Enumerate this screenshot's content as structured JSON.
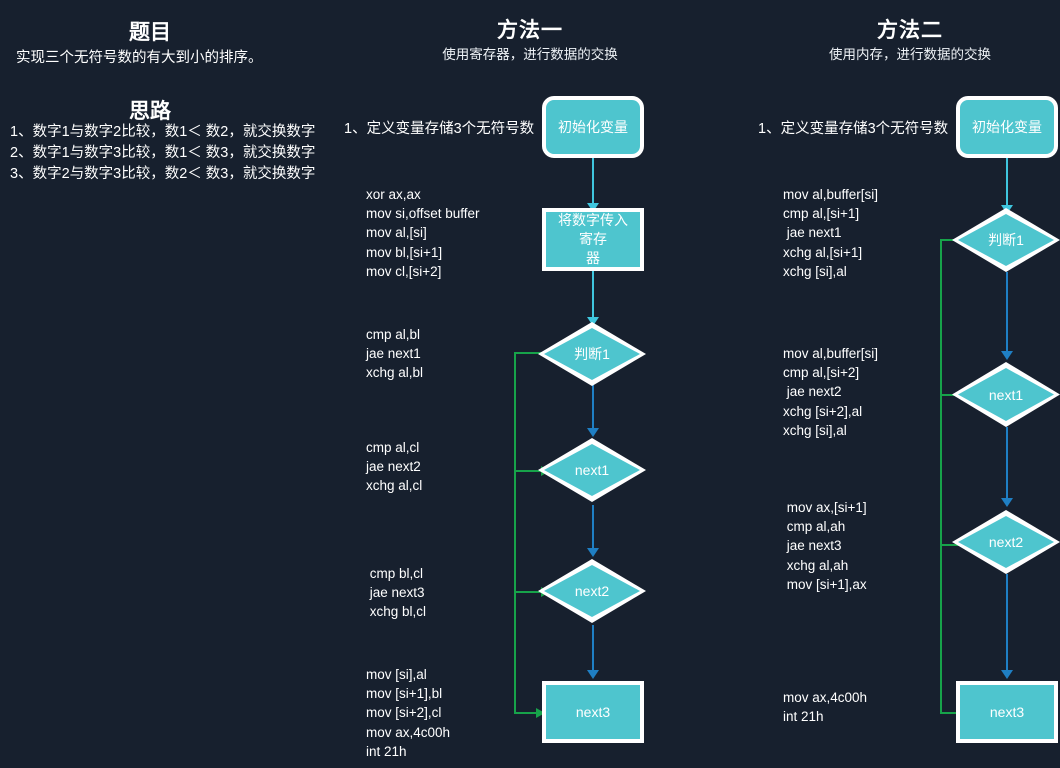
{
  "theme": {
    "background": "#17202e",
    "node_fill": "#4ec5ce",
    "node_border": "#ffffff",
    "text": "#ffffff",
    "arrow_cyan": "#3fc6de",
    "arrow_blue": "#1f7fc4",
    "arrow_green": "#17a34a"
  },
  "left_column": {
    "problem_title": "题目",
    "problem_text": "实现三个无符号数的有大到小的排序。",
    "idea_title": "思路",
    "idea_items": [
      "1、数字1与数字2比较，数1＜ 数2，就交换数字",
      "2、数字1与数字3比较，数1＜ 数3，就交换数字",
      "3、数字2与数字3比较，数2＜ 数3，就交换数字"
    ]
  },
  "method_one": {
    "title": "方法一",
    "subtitle": "使用寄存器，进行数据的交换",
    "step_label": "1、定义变量存储3个无符号数",
    "code_blocks": [
      "xor ax,ax\nmov si,offset buffer\nmov al,[si]\nmov bl,[si+1]\nmov cl,[si+2]",
      "cmp al,bl\njae next1\nxchg al,bl",
      "cmp al,cl\njae next2\nxchg al,cl",
      " cmp bl,cl\n jae next3\n xchg bl,cl",
      "mov [si],al\nmov [si+1],bl\nmov [si+2],cl\nmov ax,4c00h\nint 21h"
    ],
    "nodes": [
      {
        "label": "初始化变量",
        "shape": "rounded-rect"
      },
      {
        "label": "将数字传入寄存\n器",
        "shape": "rect"
      },
      {
        "label": "判断1",
        "shape": "diamond"
      },
      {
        "label": "next1",
        "shape": "diamond"
      },
      {
        "label": "next2",
        "shape": "diamond"
      },
      {
        "label": "next3",
        "shape": "rect"
      }
    ]
  },
  "method_two": {
    "title": "方法二",
    "subtitle": "使用内存，进行数据的交换",
    "step_label": "1、定义变量存储3个无符号数",
    "code_blocks": [
      "mov al,buffer[si]\ncmp al,[si+1]\n jae next1\nxchg al,[si+1]\nxchg [si],al",
      "mov al,buffer[si]\ncmp al,[si+2]\n jae next2\nxchg [si+2],al\nxchg [si],al",
      " mov ax,[si+1]\n cmp al,ah\n jae next3\n xchg al,ah\n mov [si+1],ax",
      "mov ax,4c00h\nint 21h"
    ],
    "nodes": [
      {
        "label": "初始化变量",
        "shape": "rounded-rect"
      },
      {
        "label": "判断1",
        "shape": "diamond"
      },
      {
        "label": "next1",
        "shape": "diamond"
      },
      {
        "label": "next2",
        "shape": "diamond"
      },
      {
        "label": "next3",
        "shape": "rect"
      }
    ]
  }
}
